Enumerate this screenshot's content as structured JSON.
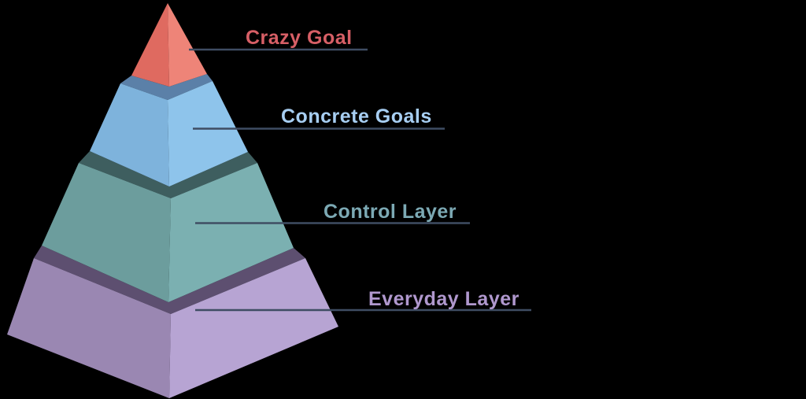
{
  "background_color": "#000000",
  "connector_color": "#3F4D63",
  "pyramid": {
    "tiers": [
      {
        "id": "crazy-goal",
        "label": "Crazy Goal",
        "label_color": "#D75F66",
        "left_face_color": "#DF6A60",
        "right_face_color": "#EE8478"
      },
      {
        "id": "concrete-goals",
        "label": "Concrete Goals",
        "label_color": "#A7CEF2",
        "top_face_color": "#5B80A8",
        "left_face_color": "#7EB3DC",
        "right_face_color": "#8EC4EB"
      },
      {
        "id": "control-layer",
        "label": "Control Layer",
        "label_color": "#7CA9B4",
        "top_face_color": "#3E5E5F",
        "left_face_color": "#6C9D9D",
        "right_face_color": "#7BB0B1"
      },
      {
        "id": "everyday-layer",
        "label": "Everyday Layer",
        "label_color": "#B098CE",
        "top_face_color": "#5D4F70",
        "left_face_color": "#9A87B2",
        "right_face_color": "#B7A4D3"
      }
    ]
  }
}
